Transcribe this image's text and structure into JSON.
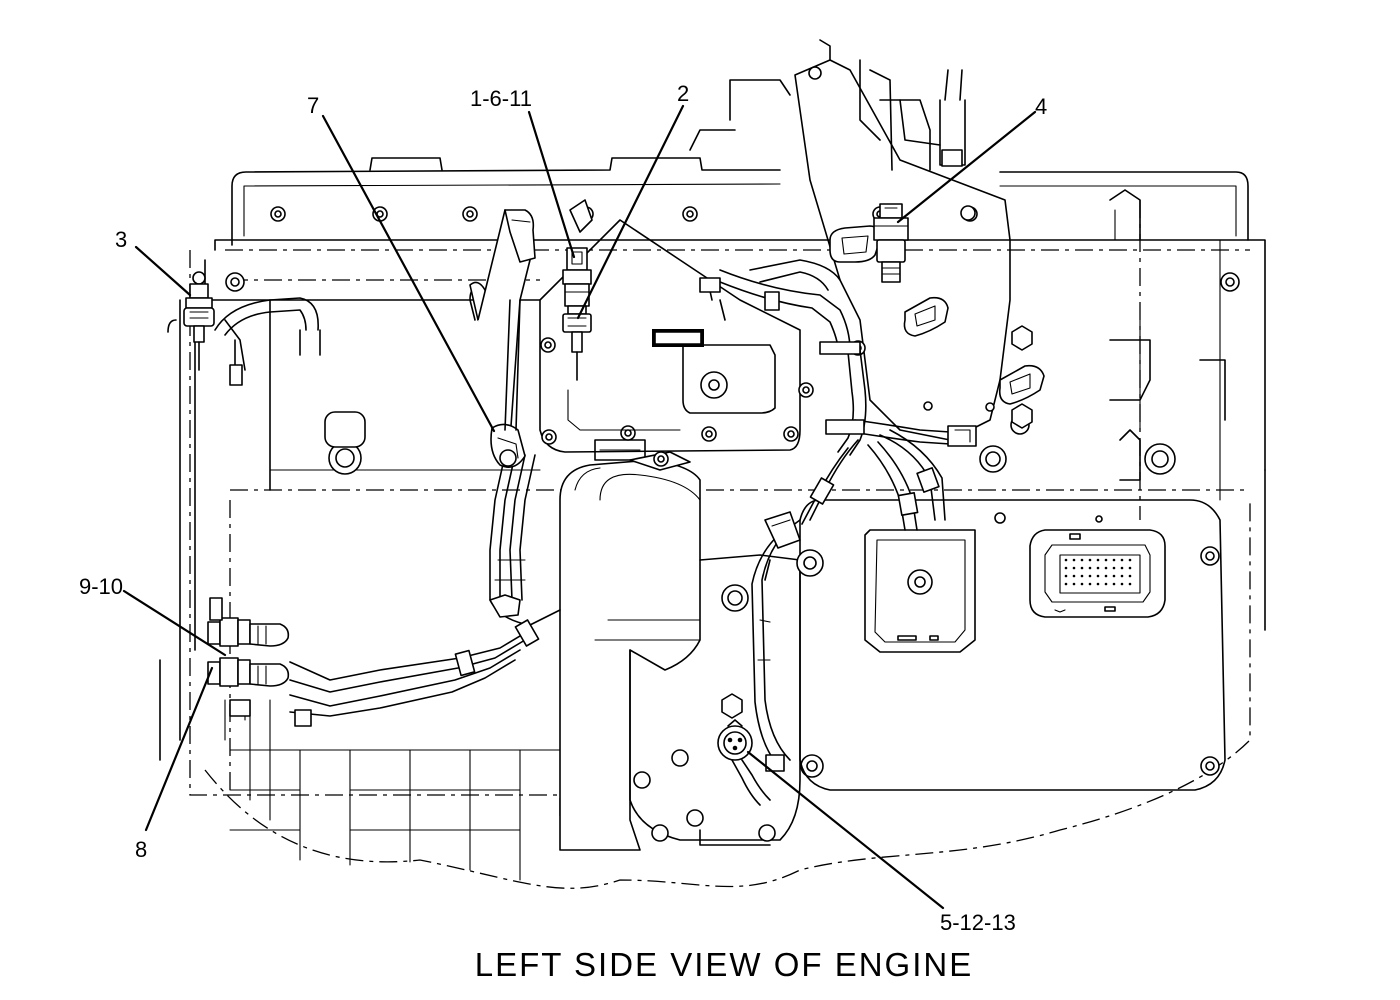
{
  "caption": "LEFT SIDE VIEW OF ENGINE",
  "callouts": {
    "c1": "1-6-11",
    "c2": "2",
    "c3": "3",
    "c4": "4",
    "c5": "5-12-13",
    "c7": "7",
    "c8": "8",
    "c9": "9-10"
  }
}
